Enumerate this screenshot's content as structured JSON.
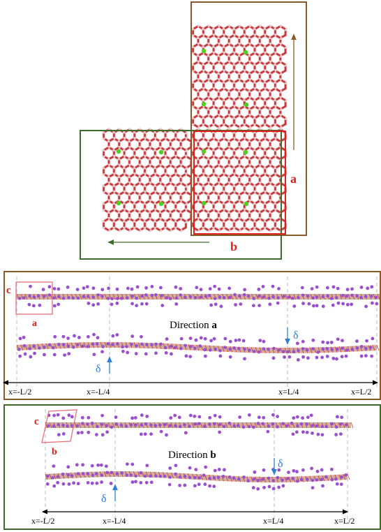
{
  "colors": {
    "brown": "#8a5a2b",
    "green": "#3f6b2c",
    "red": "#e0201a",
    "blue": "#2f7fd8",
    "atom_red": "#c9343b",
    "atom_pink": "#e6c8c8",
    "atom_green": "#4fd01f",
    "atom_purple": "#9a4fd0",
    "dash_grey": "#bbbbbb"
  },
  "top_panel": {
    "label_a": "a",
    "label_b": "b"
  },
  "panel_a": {
    "axis_label_c": "c",
    "cell_label": "a",
    "direction_prefix": "Direction ",
    "direction_bold": "a",
    "delta_upper": "δ",
    "delta_lower": "δ",
    "x_labels": [
      "x=-L/2",
      "x=-L/4",
      "x=L/4",
      "x=L/2"
    ]
  },
  "panel_b": {
    "axis_label_c": "c",
    "cell_label": "b",
    "direction_prefix": "Direction ",
    "direction_bold": "b",
    "delta_upper": "δ",
    "delta_lower": "δ",
    "x_labels": [
      "x=-L/2",
      "x=-L/4",
      "x=L/4",
      "x=L/2"
    ]
  }
}
